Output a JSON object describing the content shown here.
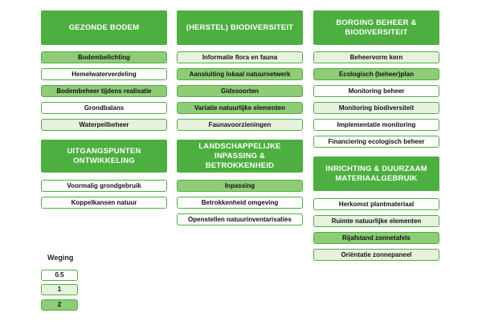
{
  "columns": [
    {
      "blocks": [
        {
          "title": "GEZONDE BODEM",
          "items": [
            {
              "label": "Bodembelichting",
              "weight": "2"
            },
            {
              "label": "Hemelwaterverdeling",
              "weight": "0.5"
            },
            {
              "label": "Bodembeheer tijdens realisatie",
              "weight": "2"
            },
            {
              "label": "Grondbalans",
              "weight": "0.5"
            },
            {
              "label": "Waterpeilbeheer",
              "weight": "1"
            }
          ]
        },
        {
          "title": "UITGANGSPUNTEN ONTWIKKELING",
          "items": [
            {
              "label": "Voormalig grondgebruik",
              "weight": "0.5"
            },
            {
              "label": "Koppelkansen natuur",
              "weight": "0.5"
            }
          ]
        }
      ]
    },
    {
      "blocks": [
        {
          "title": "(HERSTEL) BIODIVERSITEIT",
          "items": [
            {
              "label": "Informatie flora en fauna",
              "weight": "1"
            },
            {
              "label": "Aansluiting lokaal natuurnetwerk",
              "weight": "2"
            },
            {
              "label": "Gidssoorten",
              "weight": "2"
            },
            {
              "label": "Variatie natuurlijke elementen",
              "weight": "2"
            },
            {
              "label": "Faunavoorzieningen",
              "weight": "1"
            }
          ]
        },
        {
          "title": "LANDSCHAPPELIJKE INPASSING & BETROKKENHEID",
          "items": [
            {
              "label": "Inpassing",
              "weight": "2"
            },
            {
              "label": "Betrokkenheid omgeving",
              "weight": "0.5"
            },
            {
              "label": "Openstellen natuurinventarisaties",
              "weight": "0.5"
            }
          ]
        }
      ]
    },
    {
      "blocks": [
        {
          "title": "BORGING BEHEER & BIODIVERSITEIT",
          "items": [
            {
              "label": "Beheervorm kern",
              "weight": "1"
            },
            {
              "label": "Ecologisch (beheer)plan",
              "weight": "2"
            },
            {
              "label": "Monitoring beheer",
              "weight": "0.5"
            },
            {
              "label": "Monitoring biodiversiteit",
              "weight": "1"
            },
            {
              "label": "Implementatie monitoring",
              "weight": "0.5"
            },
            {
              "label": "Financiering ecologisch beheer",
              "weight": "0.5"
            }
          ]
        },
        {
          "title": "INRICHTING & DUURZAAM MATERIAALGEBRUIK",
          "items": [
            {
              "label": "Herkomst plantmateriaal",
              "weight": "0.5"
            },
            {
              "label": "Ruimte natuurlijke elementen",
              "weight": "1"
            },
            {
              "label": "Rijafstand zonnetafels",
              "weight": "2"
            },
            {
              "label": "Oriëntatie zonnepaneel",
              "weight": "1"
            }
          ]
        }
      ]
    }
  ],
  "legend": {
    "title": "Weging",
    "items": [
      {
        "label": "0.5",
        "weight": "0.5"
      },
      {
        "label": "1",
        "weight": "1"
      },
      {
        "label": "2",
        "weight": "2"
      }
    ]
  },
  "colors": {
    "header": "#4caf3f",
    "weight_0_5": "#ffffff",
    "weight_1": "#e6f2de",
    "weight_2": "#8fcc76"
  }
}
